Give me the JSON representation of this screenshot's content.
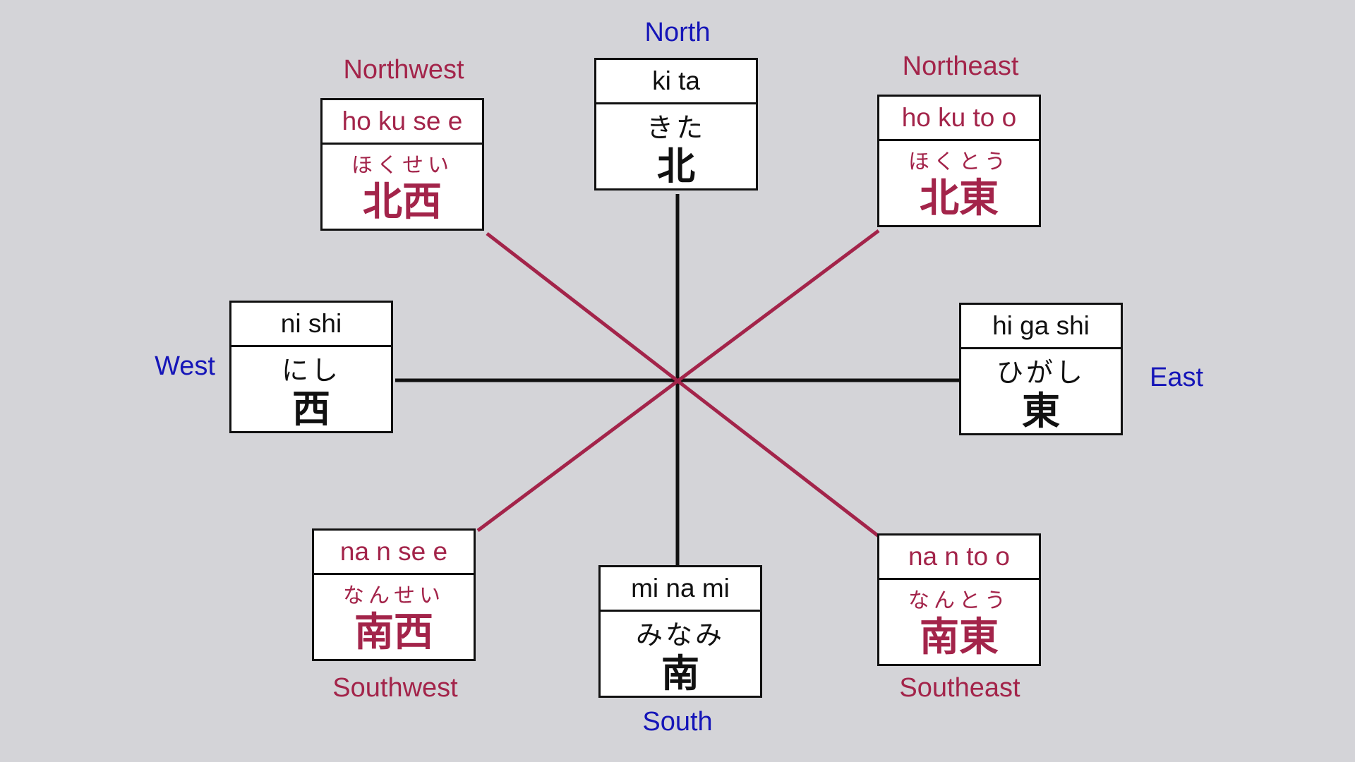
{
  "colors": {
    "background": "#d4d4d8",
    "primary_line": "#111111",
    "secondary_line": "#a3244a",
    "primary_label": "#1515b8",
    "secondary_label": "#a3244a"
  },
  "directions": {
    "north": {
      "english": "North",
      "romaji": "ki ta",
      "kana": "きた",
      "kanji": "北"
    },
    "south": {
      "english": "South",
      "romaji": "mi na mi",
      "kana": "みなみ",
      "kanji": "南"
    },
    "east": {
      "english": "East",
      "romaji": "hi ga shi",
      "kana": "ひがし",
      "kanji": "東"
    },
    "west": {
      "english": "West",
      "romaji": "ni shi",
      "kana": "にし",
      "kanji": "西"
    },
    "northeast": {
      "english": "Northeast",
      "romaji": "ho ku to o",
      "kana": "ほくとう",
      "kanji": "北東"
    },
    "northwest": {
      "english": "Northwest",
      "romaji": "ho ku se e",
      "kana": "ほくせい",
      "kanji": "北西"
    },
    "southeast": {
      "english": "Southeast",
      "romaji": "na n to o",
      "kana": "なんとう",
      "kanji": "南東"
    },
    "southwest": {
      "english": "Southwest",
      "romaji": "na n se e",
      "kana": "なんせい",
      "kanji": "南西"
    }
  }
}
